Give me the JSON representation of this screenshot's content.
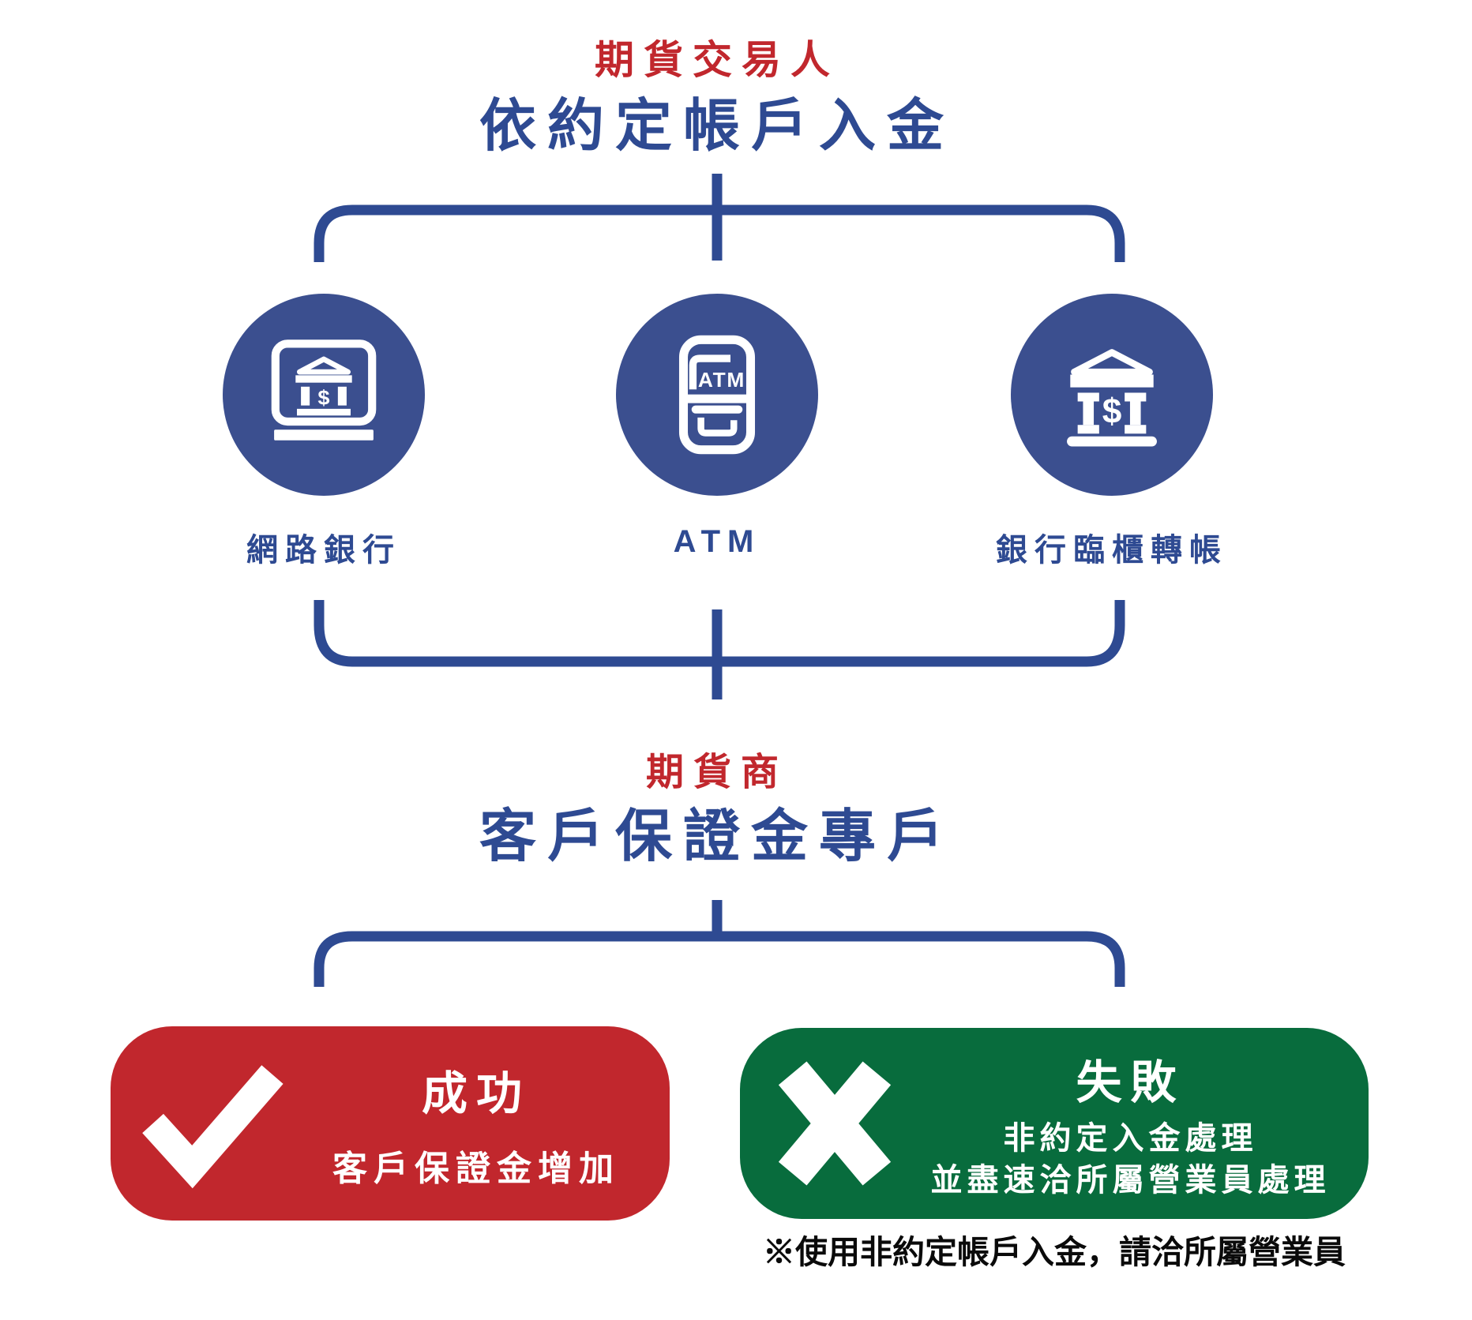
{
  "palette": {
    "background": "#FFFFFF",
    "line_blue": "#2E4A92",
    "circle_blue": "#3B4F8F",
    "red": "#C1272D",
    "green": "#086C3D",
    "white": "#FFFFFF",
    "black": "#0A0A0A"
  },
  "source": {
    "eyebrow": "期貨交易人",
    "title": "依約定帳戶入金"
  },
  "channels": [
    {
      "label": "網路銀行",
      "icon": "online-banking-icon"
    },
    {
      "label": "ATM",
      "icon": "atm-icon"
    },
    {
      "label": "銀行臨櫃轉帳",
      "icon": "bank-counter-transfer-icon"
    }
  ],
  "destination": {
    "eyebrow": "期貨商",
    "title": "客戶保證金專戶"
  },
  "outcomes": {
    "success": {
      "title": "成功",
      "description": "客戶保證金增加"
    },
    "failure": {
      "title": "失敗",
      "line1": "非約定入金處理",
      "line2": "並盡速洽所屬營業員處理"
    }
  },
  "footnote": "※使用非約定帳戶入金，請洽所屬營業員",
  "icon_text": {
    "atm": "ATM",
    "dollar": "$"
  }
}
